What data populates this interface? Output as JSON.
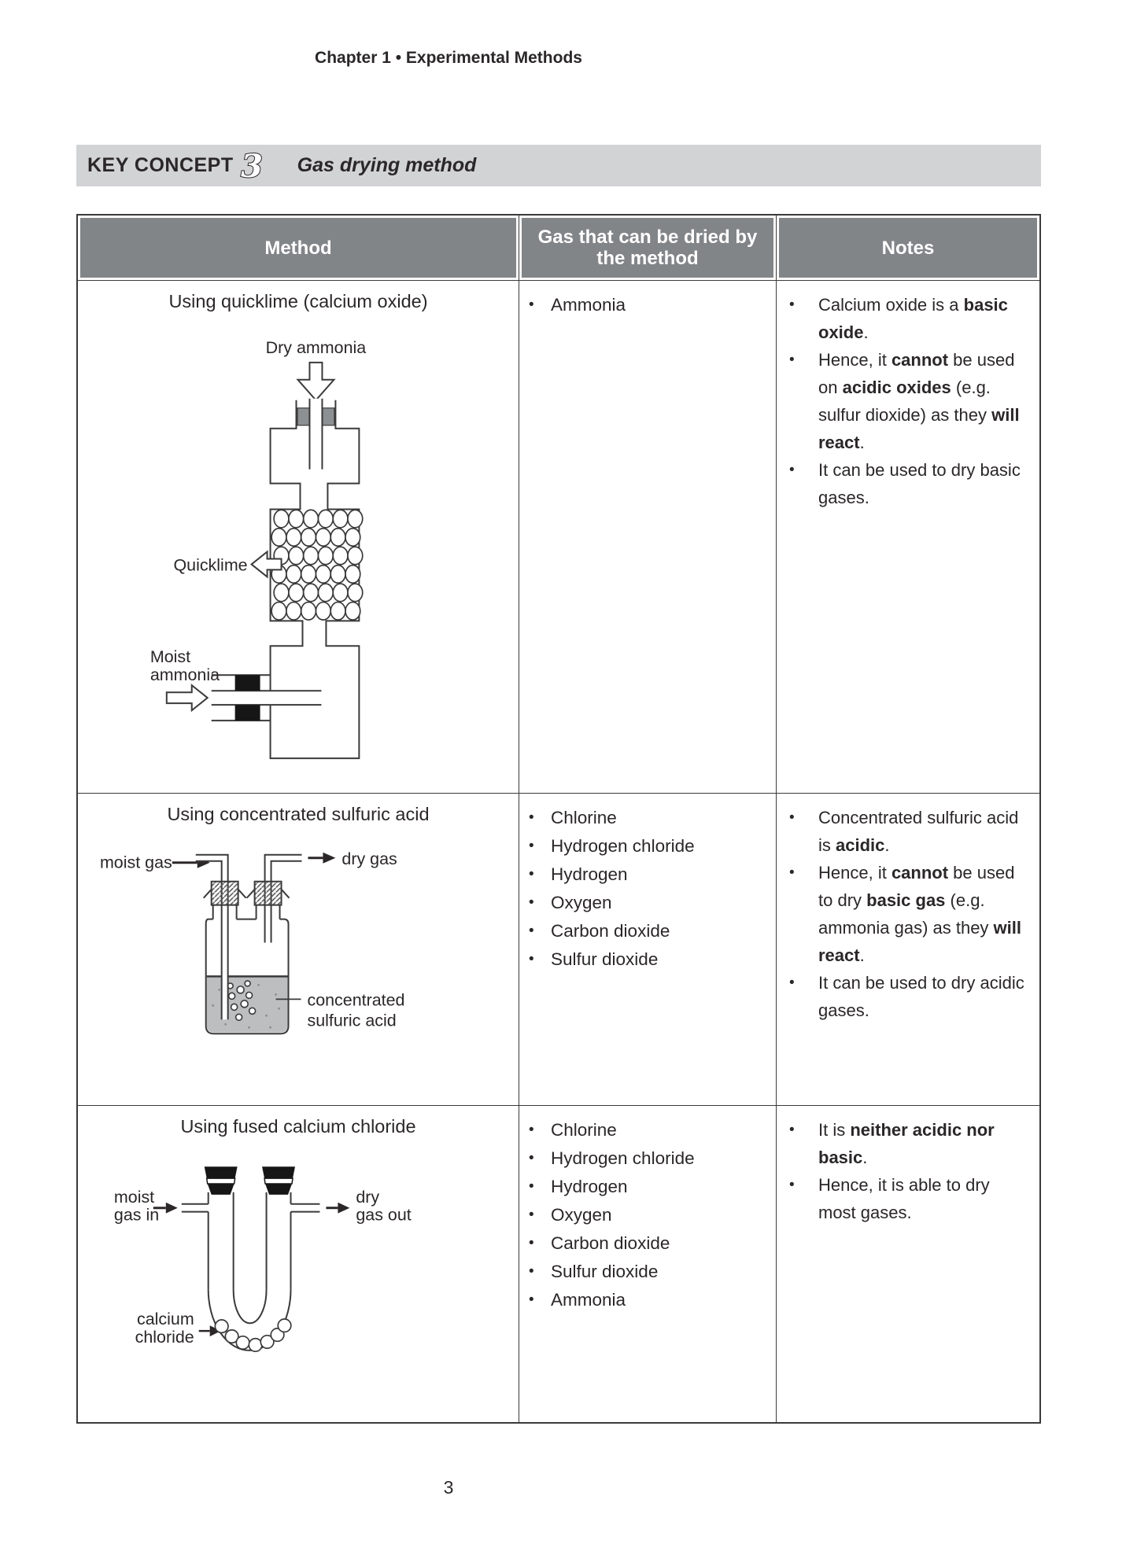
{
  "page": {
    "running_head": "Chapter 1 • Experimental Methods",
    "page_number": "3"
  },
  "key_concept": {
    "label": "KEY CONCEPT",
    "number": "3",
    "title": "Gas drying method"
  },
  "colors": {
    "banner_bg": "#d2d3d5",
    "table_header_bg": "#828588",
    "border": "#3a3a3b",
    "liquid_gray": "#bdbec0",
    "stopper_gray": "#8d9093"
  },
  "table": {
    "headers": [
      "Method",
      "Gas that can be dried by the method",
      "Notes"
    ],
    "rows": [
      {
        "method": "Using quicklime (calcium oxide)",
        "gases": [
          "Ammonia"
        ],
        "notes": [
          [
            {
              "t": "Calcium oxide is a "
            },
            {
              "t": "basic oxide",
              "b": true
            },
            {
              "t": "."
            }
          ],
          [
            {
              "t": "Hence, it "
            },
            {
              "t": "cannot",
              "b": true
            },
            {
              "t": " be used on "
            },
            {
              "t": "acidic oxides",
              "b": true
            },
            {
              "t": " (e.g. sulfur dioxide) as they "
            },
            {
              "t": "will react",
              "b": true
            },
            {
              "t": "."
            }
          ],
          [
            {
              "t": "It can be used to dry basic gases."
            }
          ]
        ],
        "diagram": {
          "top_label": "Dry ammonia",
          "side_label": "Quicklime",
          "inlet_label_1": "Moist",
          "inlet_label_2": "ammonia"
        }
      },
      {
        "method": "Using concentrated sulfuric acid",
        "gases": [
          "Chlorine",
          "Hydrogen chloride",
          "Hydrogen",
          "Oxygen",
          "Carbon dioxide",
          "Sulfur dioxide"
        ],
        "notes": [
          [
            {
              "t": "Concentrated sulfuric acid is "
            },
            {
              "t": "acidic",
              "b": true
            },
            {
              "t": "."
            }
          ],
          [
            {
              "t": "Hence, it "
            },
            {
              "t": "cannot",
              "b": true
            },
            {
              "t": " be used to dry "
            },
            {
              "t": "basic gas",
              "b": true
            },
            {
              "t": " (e.g. ammonia gas) as they "
            },
            {
              "t": "will react",
              "b": true
            },
            {
              "t": "."
            }
          ],
          [
            {
              "t": "It can be used to dry acidic gases."
            }
          ]
        ],
        "diagram": {
          "in_label": "moist gas",
          "out_label": "dry gas",
          "liquid_label_1": "concentrated",
          "liquid_label_2": "sulfuric acid"
        }
      },
      {
        "method": "Using fused calcium chloride",
        "gases": [
          "Chlorine",
          "Hydrogen chloride",
          "Hydrogen",
          "Oxygen",
          "Carbon dioxide",
          "Sulfur dioxide",
          "Ammonia"
        ],
        "notes": [
          [
            {
              "t": "It is "
            },
            {
              "t": "neither acidic nor basic",
              "b": true
            },
            {
              "t": "."
            }
          ],
          [
            {
              "t": "Hence, it is able to dry most gases."
            }
          ]
        ],
        "diagram": {
          "in_label_1": "moist",
          "in_label_2": "gas in",
          "out_label_1": "dry",
          "out_label_2": "gas out",
          "agent_label_1": "calcium",
          "agent_label_2": "chloride"
        }
      }
    ]
  }
}
